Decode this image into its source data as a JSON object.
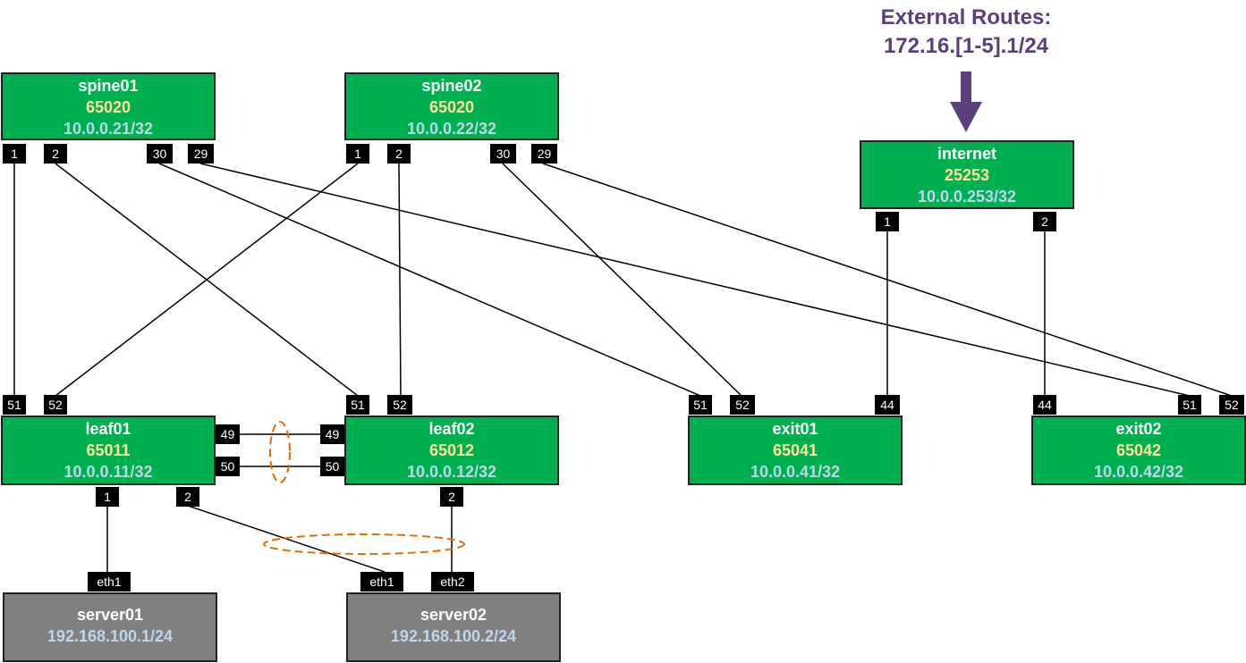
{
  "colors": {
    "node_fill": "#00b050",
    "server_fill": "#808080",
    "name_text": "#ffffff",
    "asn_text": "#ffe699",
    "ip_text": "#bdd7ee",
    "server_ip_text": "#bdd7ee",
    "annotation": "#5b3f7a",
    "bond_ellipse": "#e46c0a"
  },
  "external_routes": {
    "line1": "External Routes:",
    "line2": "172.16.[1-5].1/24"
  },
  "nodes": {
    "spine01": {
      "name": "spine01",
      "asn": "65020",
      "ip": "10.0.0.21/32",
      "ports": {
        "p1": "1",
        "p2": "2",
        "p30": "30",
        "p29": "29"
      }
    },
    "spine02": {
      "name": "spine02",
      "asn": "65020",
      "ip": "10.0.0.22/32",
      "ports": {
        "p1": "1",
        "p2": "2",
        "p30": "30",
        "p29": "29"
      }
    },
    "internet": {
      "name": "internet",
      "asn": "25253",
      "ip": "10.0.0.253/32",
      "ports": {
        "p1": "1",
        "p2": "2"
      }
    },
    "leaf01": {
      "name": "leaf01",
      "asn": "65011",
      "ip": "10.0.0.11/32",
      "ports": {
        "p51": "51",
        "p52": "52",
        "p49": "49",
        "p50": "50",
        "p1": "1",
        "p2": "2"
      }
    },
    "leaf02": {
      "name": "leaf02",
      "asn": "65012",
      "ip": "10.0.0.12/32",
      "ports": {
        "p51": "51",
        "p52": "52",
        "p49": "49",
        "p50": "50",
        "p2": "2"
      }
    },
    "exit01": {
      "name": "exit01",
      "asn": "65041",
      "ip": "10.0.0.41/32",
      "ports": {
        "p51": "51",
        "p52": "52",
        "p44": "44"
      }
    },
    "exit02": {
      "name": "exit02",
      "asn": "65042",
      "ip": "10.0.0.42/32",
      "ports": {
        "p44": "44",
        "p51": "51",
        "p52": "52"
      }
    },
    "server01": {
      "name": "server01",
      "ip": "192.168.100.1/24",
      "ports": {
        "eth1": "eth1"
      }
    },
    "server02": {
      "name": "server02",
      "ip": "192.168.100.2/24",
      "ports": {
        "eth1": "eth1",
        "eth2": "eth2"
      }
    }
  }
}
